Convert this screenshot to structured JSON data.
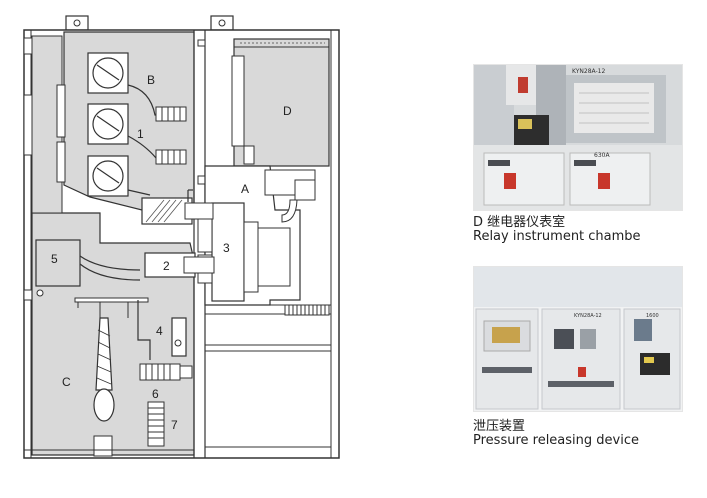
{
  "diagram": {
    "labels": {
      "A": "A",
      "B": "B",
      "C": "C",
      "D": "D",
      "n1": "1",
      "n2": "2",
      "n3": "3",
      "n4": "4",
      "n5": "5",
      "n6": "6",
      "n7": "7"
    }
  },
  "photos": [
    {
      "caption_zh": "D 继电器仪表室",
      "caption_en": "Relay instrument chambe",
      "panel_tag_1": "KYN28A-12",
      "panel_tag_2": "630A"
    },
    {
      "caption_zh": "泄压装置",
      "caption_en": "Pressure releasing device",
      "panel_tag_1": "KYN28A-12",
      "panel_tag_2": "1600"
    }
  ],
  "colors": {
    "compartment_gray": "#d9d9d9",
    "line": "#333333",
    "photo_panel": "#e9ebee"
  }
}
